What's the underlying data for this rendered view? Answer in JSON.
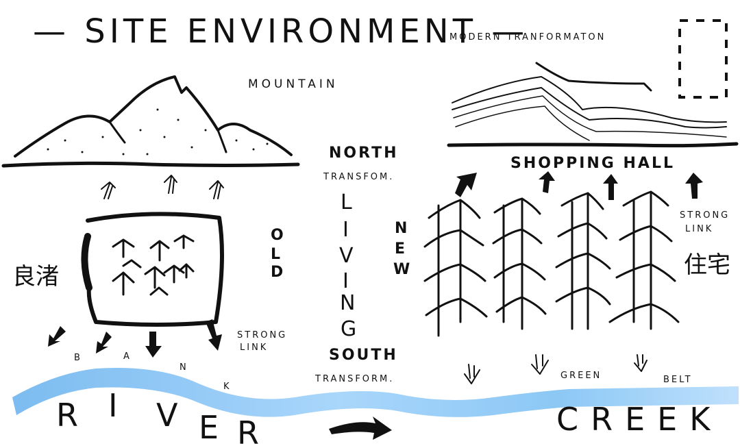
{
  "title": "— SITE ENVIRONMENT —",
  "labels": {
    "mountain": "MOUNTAIN",
    "modern": "MODERN TRANFORMATON",
    "shopping": "SHOPPING HALL",
    "north": "NORTH",
    "north_sub": "TRANSFOM.",
    "living": [
      "L",
      "I",
      "V",
      "I",
      "N",
      "G"
    ],
    "new": [
      "N",
      "E",
      "W"
    ],
    "old": [
      "O",
      "L",
      "D"
    ],
    "liangzhu": "良渚",
    "zhuzhai": "住宅",
    "strong_link_left": [
      "STRONG",
      "LINK"
    ],
    "strong_link_right": [
      "STRONG",
      "LINK"
    ],
    "bank": [
      "B",
      "A",
      "N",
      "K"
    ],
    "south": "SOUTH",
    "south_sub": "TRANSFORM.",
    "green": "GREEN",
    "belt": "BELT",
    "river": [
      "R",
      "I",
      "V",
      "E",
      "R"
    ],
    "creek": "CREEK"
  },
  "colors": {
    "ink": "#111111",
    "river": "#7fc0f0"
  }
}
